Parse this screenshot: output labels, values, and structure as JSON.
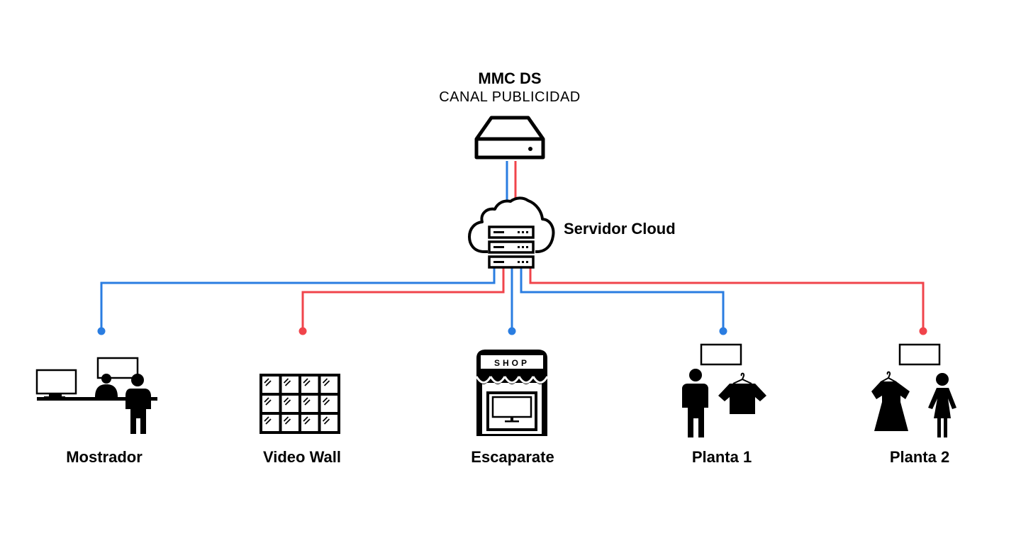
{
  "header": {
    "title": "MMC DS",
    "subtitle": "CANAL PUBLICIDAD"
  },
  "cloud": {
    "label": "Servidor Cloud"
  },
  "shop_sign": "SHOP",
  "nodes": [
    {
      "label": "Mostrador",
      "link": "blue"
    },
    {
      "label": "Video Wall",
      "link": "red"
    },
    {
      "label": "Escaparate",
      "link": "blue"
    },
    {
      "label": "Planta 1",
      "link": "blue"
    },
    {
      "label": "Planta 2",
      "link": "red"
    }
  ],
  "colors": {
    "blue": "#2a7de1",
    "red": "#f0444b",
    "icon": "#000000"
  },
  "icons": [
    "server-icon",
    "cloud-server-icon",
    "reception-desk-icon",
    "video-wall-icon",
    "shop-window-icon",
    "man-shirt-icon",
    "woman-dress-icon"
  ]
}
